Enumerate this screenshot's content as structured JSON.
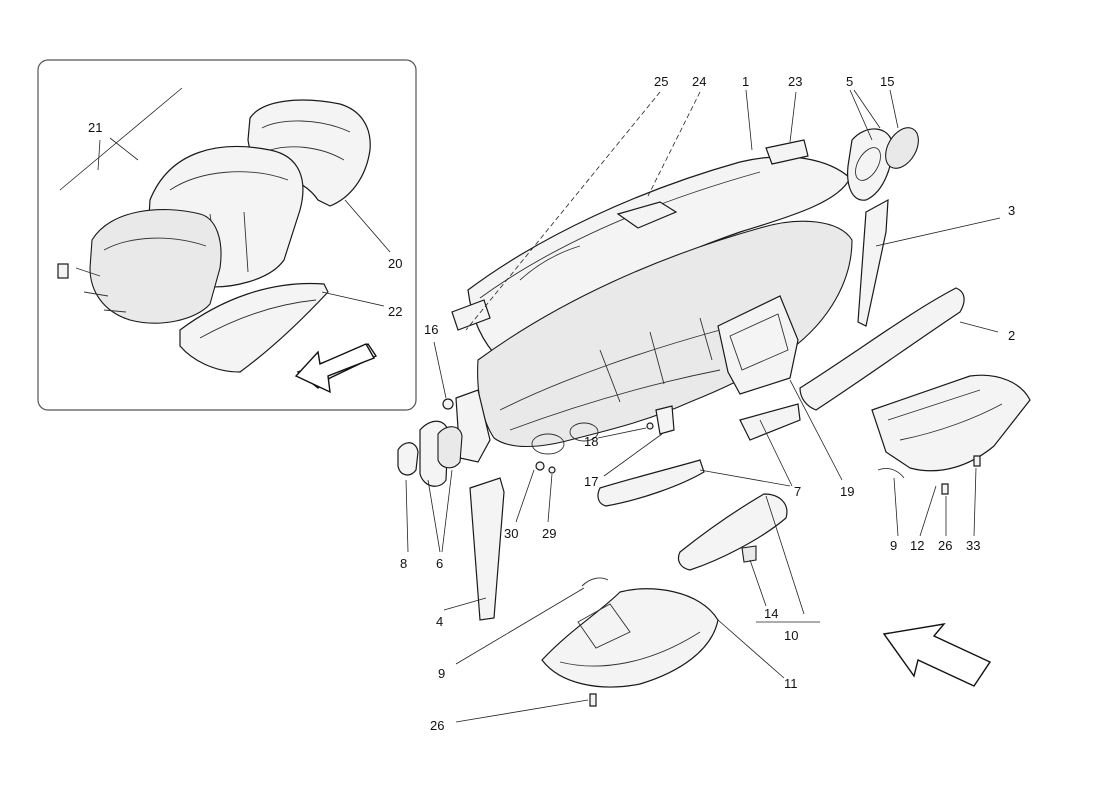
{
  "callouts": {
    "c1": "1",
    "c2": "2",
    "c3": "3",
    "c4": "4",
    "c5": "5",
    "c6": "6",
    "c7": "7",
    "c8": "8",
    "c9a": "9",
    "c9b": "9",
    "c10": "10",
    "c11": "11",
    "c12": "12",
    "c14": "14",
    "c15": "15",
    "c16": "16",
    "c17": "17",
    "c18": "18",
    "c19": "19",
    "c20": "20",
    "c21": "21",
    "c22": "22",
    "c23": "23",
    "c24": "24",
    "c25": "25",
    "c26a": "26",
    "c26b": "26",
    "c29": "29",
    "c30": "30",
    "c33": "33"
  }
}
